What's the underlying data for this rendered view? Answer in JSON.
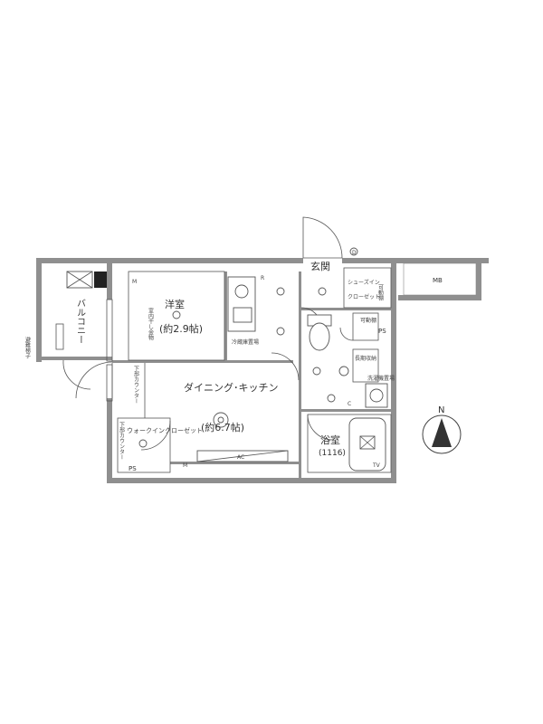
{
  "rooms": {
    "western": {
      "name": "洋室",
      "size": "(約2.9帖)"
    },
    "dining_kitchen": {
      "name": "ダイニング･キッチン",
      "size": "(約6.7帖)"
    },
    "entrance": {
      "name": "玄関"
    },
    "bath": {
      "name": "浴室",
      "size": "(1116)"
    },
    "balcony": {
      "name": "バルコニー"
    }
  },
  "closets": {
    "walk_in": "ウォークインクローゼット",
    "shoes_in": "シューズイン",
    "closet": "クローゼット",
    "movable_shelf_1": "可動棚",
    "movable_shelf_2": "可動棚",
    "storage": "長期収納",
    "fridge_space": "冷蔵庫置場",
    "washer_space": "洗濯機置場"
  },
  "labels": {
    "mb": "MB",
    "ps_left": "PS",
    "ps_right": "PS",
    "emergency_ladder": "避難梯子",
    "counter_1": "下部カウンター",
    "counter_2": "下部カウンター",
    "indoor_drying": "室内干し金物",
    "m1": "M",
    "m2": "M",
    "r1": "R",
    "c1": "C",
    "d1": "D",
    "ac": "AC",
    "tv": "TV"
  },
  "compass": {
    "north": "N"
  },
  "colors": {
    "wall": "#8f8f8f",
    "line": "#555555",
    "background": "#ffffff"
  }
}
